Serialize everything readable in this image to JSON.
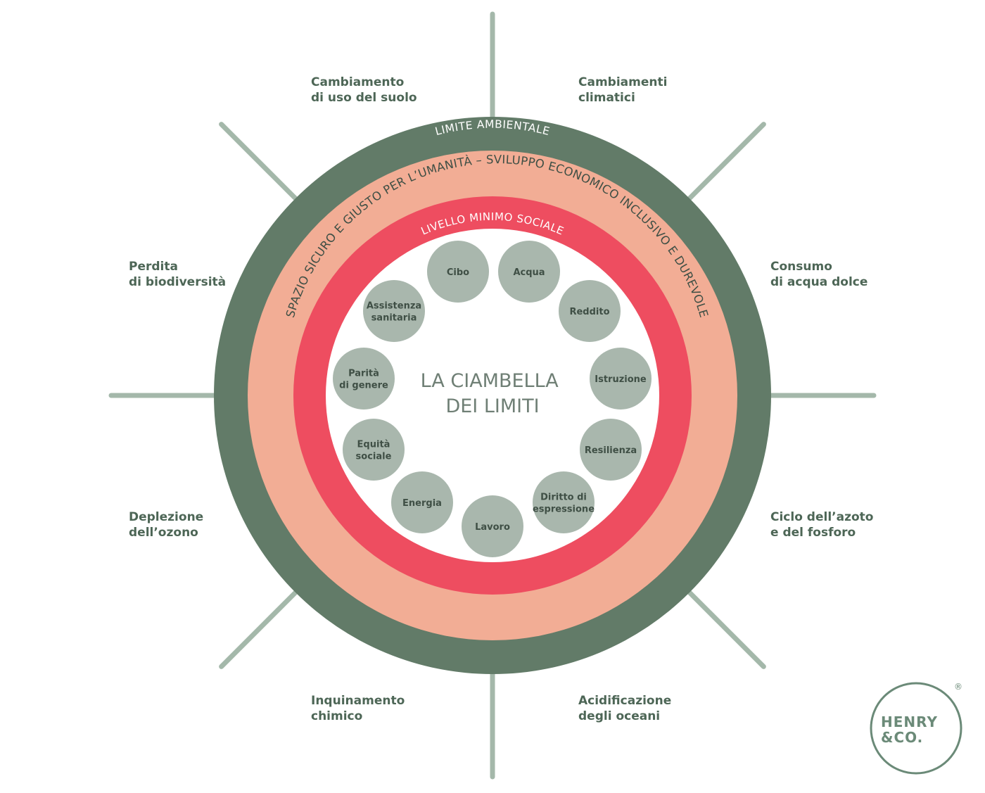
{
  "title_lines": [
    "LA CIAMBELLA",
    "DEI LIMITI"
  ],
  "rings": {
    "environmental": "LIMITE AMBIENTALE",
    "safe_space": "SPAZIO SICURO E GIUSTO PER L’UMANITÀ – SVILUPPO ECONOMICO INCLUSIVO  E DUREVOLE",
    "social": "LIVELLO MINIMO SOCIALE"
  },
  "boundaries": [
    {
      "id": "land",
      "lines": [
        "Cambiamento",
        "di uso del suolo"
      ]
    },
    {
      "id": "climate",
      "lines": [
        "Cambiamenti",
        "climatici"
      ]
    },
    {
      "id": "water",
      "lines": [
        "Consumo",
        "di acqua dolce"
      ]
    },
    {
      "id": "nitrogen",
      "lines": [
        "Ciclo dell’azoto",
        "e del fosforo"
      ]
    },
    {
      "id": "ocean",
      "lines": [
        "Acidificazione",
        "degli oceani"
      ]
    },
    {
      "id": "chemical",
      "lines": [
        "Inquinamento",
        "chimico"
      ]
    },
    {
      "id": "ozone",
      "lines": [
        "Deplezione",
        "dell’ozono"
      ]
    },
    {
      "id": "biodiversity",
      "lines": [
        "Perdita",
        "di biodiversità"
      ]
    }
  ],
  "social_items": [
    {
      "id": "cibo",
      "lines": [
        "Cibo"
      ]
    },
    {
      "id": "acqua",
      "lines": [
        "Acqua"
      ]
    },
    {
      "id": "reddito",
      "lines": [
        "Reddito"
      ]
    },
    {
      "id": "istruzione",
      "lines": [
        "Istruzione"
      ]
    },
    {
      "id": "resilienza",
      "lines": [
        "Resilienza"
      ]
    },
    {
      "id": "diritto",
      "lines": [
        "Diritto di",
        "espressione"
      ]
    },
    {
      "id": "lavoro",
      "lines": [
        "Lavoro"
      ]
    },
    {
      "id": "energia",
      "lines": [
        "Energia"
      ]
    },
    {
      "id": "equita",
      "lines": [
        "Equità",
        "sociale"
      ]
    },
    {
      "id": "parita",
      "lines": [
        "Parità",
        "di genere"
      ]
    },
    {
      "id": "assistenza",
      "lines": [
        "Assistenza",
        "sanitaria"
      ]
    }
  ],
  "logo": {
    "line1": "HENRY",
    "line2": "&CO.",
    "mark": "®"
  },
  "colors": {
    "ring_environmental": "#627b68",
    "ring_safe": "#f2ad95",
    "ring_social": "#ee4d60",
    "social_circle": "#a9b7ad",
    "spoke": "#a4b8aa",
    "text_dark": "#4d6656",
    "title": "#6f7f75",
    "logo": "#6b8a78"
  }
}
